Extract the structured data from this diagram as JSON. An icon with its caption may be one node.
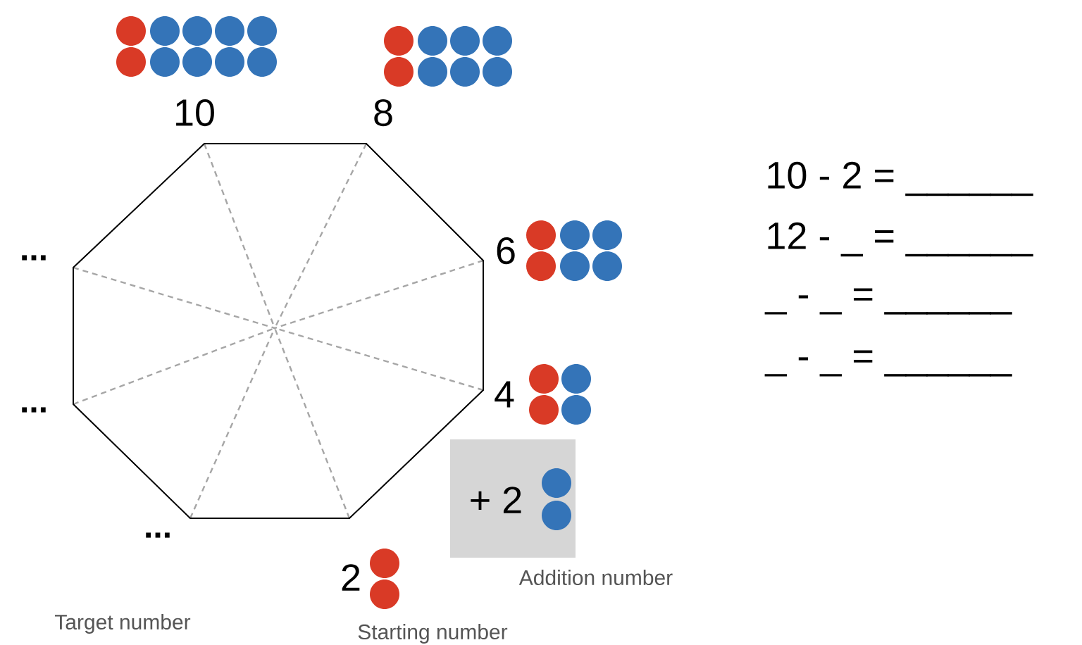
{
  "diagram": {
    "nodes": [
      {
        "text": [
          "+ 2"
        ]
      }
    ],
    "labels": [
      "10",
      "8",
      "10 - 2 = ______",
      "12 - _ = ______",
      "6",
      "...",
      "_  - _ = ______",
      "_  - _ = ______",
      "...",
      "4",
      "...",
      "Addition number",
      "2",
      "Target number",
      "Starting number"
    ]
  }
}
